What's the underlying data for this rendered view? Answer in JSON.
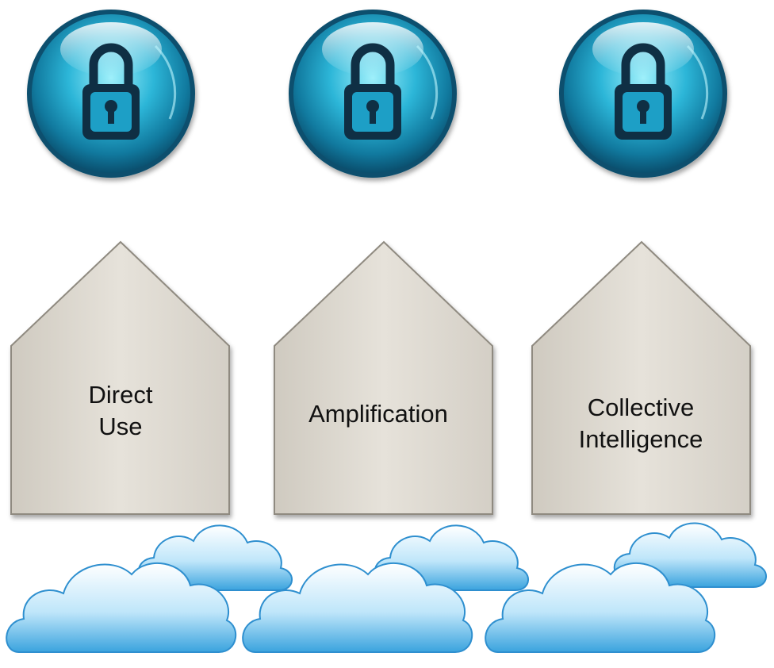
{
  "pillars": [
    {
      "line1": "Direct",
      "line2": "Use"
    },
    {
      "line1": "Amplification",
      "line2": ""
    },
    {
      "line1": "Collective",
      "line2": "Intelligence"
    }
  ],
  "icons": {
    "lock": "padlock-icon",
    "cloud": "cloud-icon"
  },
  "colors": {
    "orb_light": "#8fe6f4",
    "orb_mid": "#1fa8c9",
    "orb_dark": "#0a4f6e",
    "lock_body": "#0f2f44",
    "house_fill": "#dfdbd2",
    "house_shade": "#b9b4aa",
    "cloud_light": "#ffffff",
    "cloud_blue": "#2e9fdc"
  }
}
